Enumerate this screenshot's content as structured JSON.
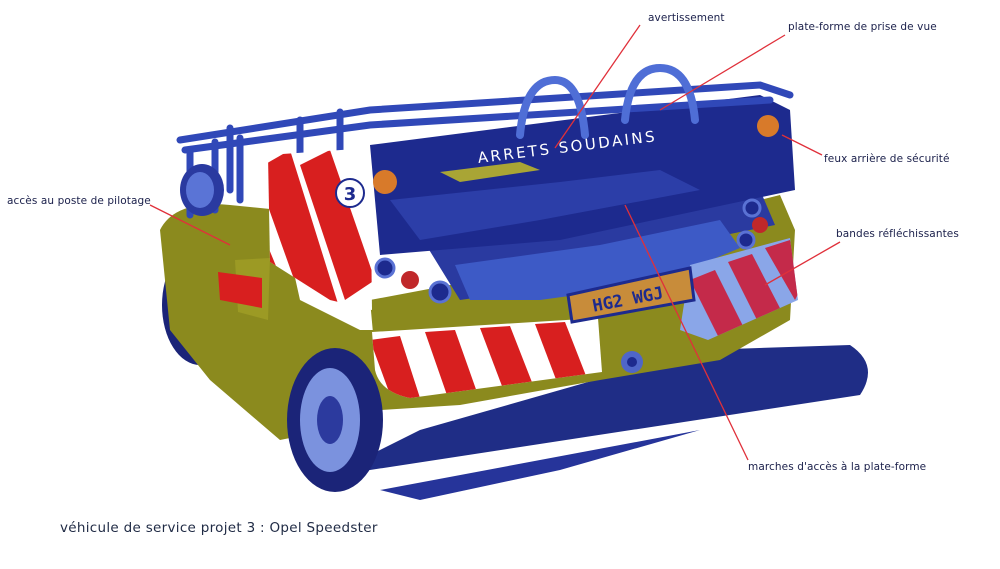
{
  "labels": {
    "avertissement": "avertissement",
    "plateforme": "plate-forme de prise de vue",
    "feux": "feux arrière de sécurité",
    "bandes": "bandes réfléchissantes",
    "acces": "accès au poste de pilotage",
    "marches": "marches d'accès à la plate-forme"
  },
  "panel_text": "ARRETS SOUDAINS",
  "panel_number": "3",
  "plate_text": "HG2 WGJ",
  "caption": "véhicule de service  projet 3 : Opel  Speedster",
  "colors": {
    "body": "#8b8a1e",
    "dark_blue": "#1d2a8e",
    "mid_blue": "#3b56c4",
    "light_blue": "#8aa6e8",
    "stripe_red": "#d81f1f",
    "leader_red": "#e0303a",
    "text": "#1a1f4a"
  }
}
